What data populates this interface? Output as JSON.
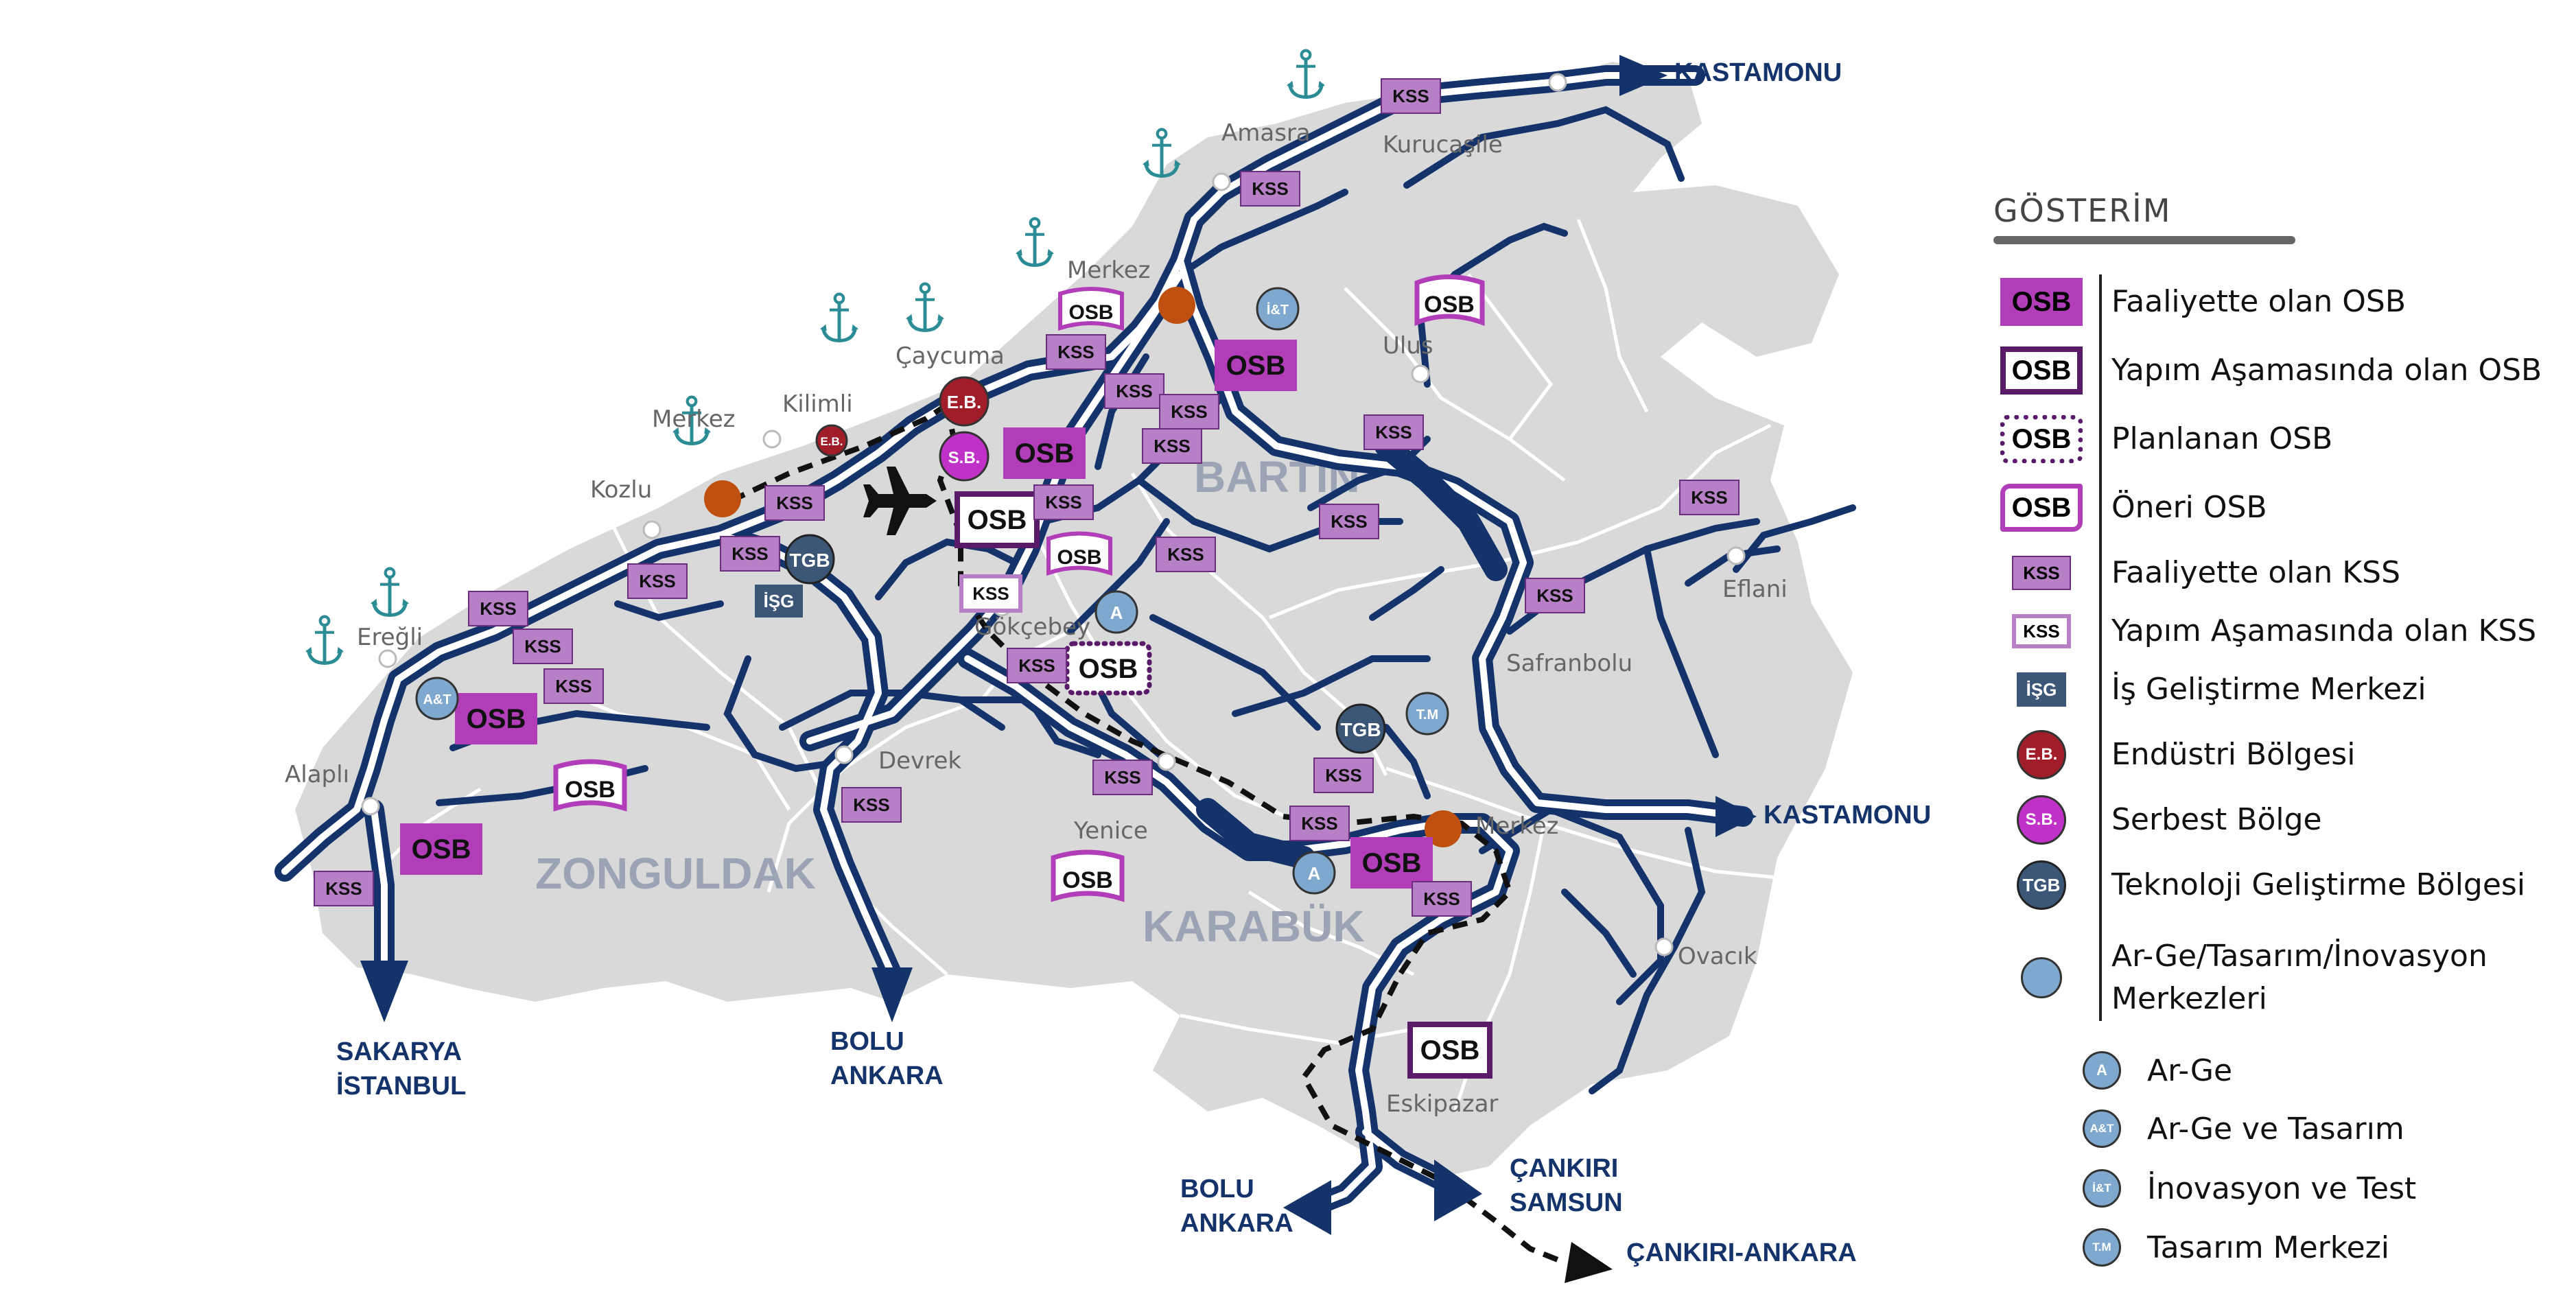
{
  "colors": {
    "land": "#d9d9d9",
    "border": "#ffffff",
    "road": "#14336b",
    "osb_fill": "#b13db8",
    "osb_dark": "#5a1a6a",
    "kss_fill": "#b77fc6",
    "pin": "#c0500f",
    "eb": "#a11d2a",
    "sb": "#c032c7",
    "tgb": "#3b5676",
    "rd": "#7ea8ce",
    "anchor": "#2c8c96",
    "province_label": "#9aa4b4"
  },
  "provinces": {
    "zonguldak": "ZONGULDAK",
    "bartin": "BARTIN",
    "karabuk": "KARABÜK"
  },
  "places": {
    "amasra": "Amasra",
    "kurucasile": "Kurucaşile",
    "merkez_bartin": "Merkez",
    "ulus": "Ulus",
    "caycuma": "Çaycuma",
    "kilimli": "Kilimli",
    "merkez_zonguldak": "Merkez",
    "kozlu": "Kozlu",
    "eregli": "Ereğli",
    "alapli": "Alaplı",
    "devrek": "Devrek",
    "gokcebey": "Gökçebey",
    "yenice": "Yenice",
    "safranbolu": "Safranbolu",
    "eflani": "Eflani",
    "merkez_karabuk": "Merkez",
    "ovacik": "Ovacık",
    "eskipazar": "Eskipazar"
  },
  "arrows": {
    "kastamonu_top": "KASTAMONU",
    "kastamonu_right": "KASTAMONU",
    "sakarya_1": "SAKARYA",
    "sakarya_2": "İSTANBUL",
    "bolu_1": "BOLU",
    "bolu_2": "ANKARA",
    "bolu2_1": "BOLU",
    "bolu2_2": "ANKARA",
    "cankiri_1": "ÇANKIRI",
    "cankiri_2": "SAMSUN",
    "cankiri_ankara": "ÇANKIRI-ANKARA"
  },
  "markers": {
    "osb": "OSB",
    "kss": "KSS",
    "eb": "E.B.",
    "sb": "S.B.",
    "tgb": "TGB",
    "isg": "İŞG",
    "a": "A",
    "at": "A&T",
    "it": "İ&T",
    "tm": "T.M"
  },
  "legend": {
    "title": "GÖSTERİM",
    "items": [
      {
        "label": "Faaliyette olan OSB",
        "sym": "OSB"
      },
      {
        "label": "Yapım Aşamasında olan OSB",
        "sym": "OSB"
      },
      {
        "label": "Planlanan OSB",
        "sym": "OSB"
      },
      {
        "label": "Öneri OSB",
        "sym": "OSB"
      },
      {
        "label": "Faaliyette olan KSS",
        "sym": "KSS"
      },
      {
        "label": "Yapım Aşamasında olan KSS",
        "sym": "KSS"
      },
      {
        "label": "İş Geliştirme Merkezi",
        "sym": "İŞG"
      },
      {
        "label": "Endüstri Bölgesi",
        "sym": "E.B."
      },
      {
        "label": "Serbest Bölge",
        "sym": "S.B."
      },
      {
        "label": "Teknoloji Geliştirme Bölgesi",
        "sym": "TGB"
      },
      {
        "label": "Ar-Ge/Tasarım/İnovasyon",
        "label2": "Merkezleri",
        "sym": ""
      }
    ],
    "sub_items": [
      {
        "label": "Ar-Ge",
        "sym": "A"
      },
      {
        "label": "Ar-Ge ve Tasarım",
        "sym": "A&T"
      },
      {
        "label": "İnovasyon ve Test",
        "sym": "İ&T"
      },
      {
        "label": "Tasarım Merkezi",
        "sym": "T.M"
      }
    ]
  }
}
